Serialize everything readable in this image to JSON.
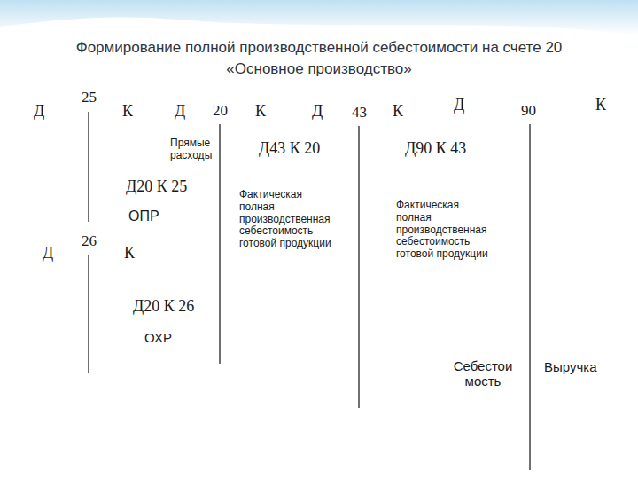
{
  "diagram": {
    "title": "Формирование полной производственной себестоимости на счете 20 «Основное производство»",
    "labels": [
      "Д",
      "25",
      "К",
      "Д",
      "20",
      "К",
      "Д",
      "43",
      "К",
      "Д",
      "90",
      "К",
      "Прямые расходы",
      "Д43 К 20",
      "Д90 К 43",
      "Д20 К 25",
      "Фактическая полная производственная себестоимость готовой продукции",
      "Фактическая полная производственная себестоимость готовой продукции",
      "ОПР",
      "Д",
      "26",
      "К",
      "Д20 К 26",
      "ОХР",
      "Себестои мость",
      "Выручка"
    ]
  }
}
